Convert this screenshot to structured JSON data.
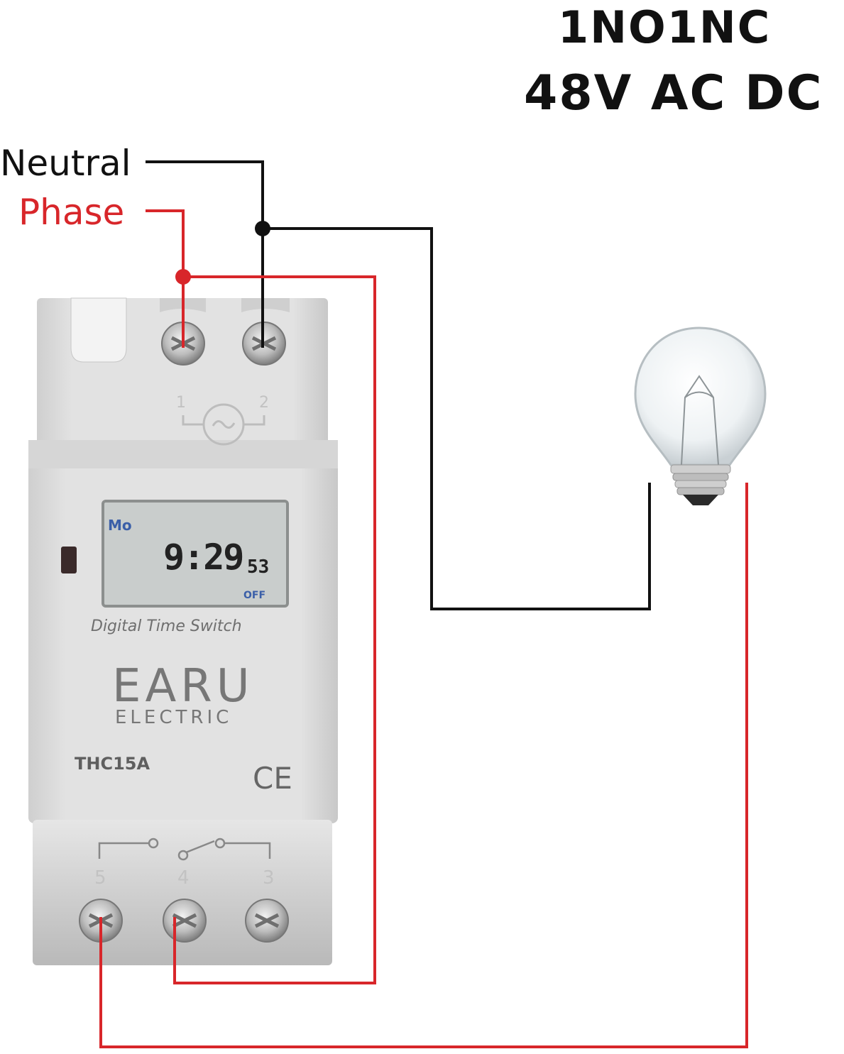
{
  "spec": {
    "line1": "1NO1NC",
    "line2": "48V AC DC"
  },
  "labels": {
    "neutral": "Neutral",
    "phase": "Phase"
  },
  "device": {
    "top_terminal_numbers": [
      "1",
      "2"
    ],
    "lcd": {
      "day": "Mo",
      "time": "9:29",
      "seconds": "53",
      "state": "OFF"
    },
    "product_name": "Digital Time Switch",
    "brand": "EARU",
    "brand_sub": "ELECTRIC",
    "model": "THC15A",
    "certification": "CE",
    "bottom_terminal_numbers": [
      "5",
      "4",
      "3"
    ]
  },
  "colors": {
    "neutral_wire": "#111111",
    "phase_wire": "#d8262a",
    "device_body": "#dcdcdc",
    "lcd_background": "#c9cdcc"
  },
  "icons": [
    "ac-supply-icon",
    "relay-contact-icon",
    "light-bulb-icon",
    "terminal-screw-icon"
  ]
}
